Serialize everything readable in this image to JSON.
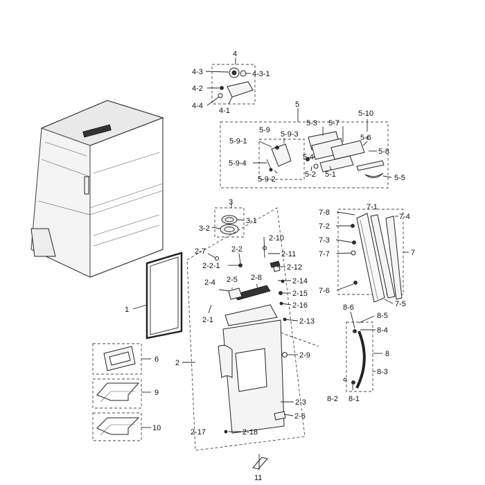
{
  "labels": {
    "p4": "4",
    "p4_3": "4-3",
    "p4_3_1": "4-3-1",
    "p4_2": "4-2",
    "p4_4": "4-4",
    "p4_1": "4-1",
    "p5": "5",
    "p5_10": "5-10",
    "p5_3": "5-3",
    "p5_7": "5-7",
    "p5_9": "5-9",
    "p5_9_3": "5-9-3",
    "p5_6": "5-6",
    "p5_9_1": "5-9-1",
    "p5_8": "5-8",
    "p5_4": "5-4",
    "p5_9_4": "5-9-4",
    "p5_2": "5-2",
    "p5_1": "5-1",
    "p5_9_2": "5-9-2",
    "p5_5": "5-5",
    "p3": "3",
    "p3_1": "3-1",
    "p3_2": "3-2",
    "p7_8": "7-8",
    "p7_1": "7-1",
    "p7_4": "7-4",
    "p7_2": "7-2",
    "p7_3": "7-3",
    "p7": "7",
    "p7_7": "7-7",
    "p7_6": "7-6",
    "p7_5": "7-5",
    "p2_7": "2-7",
    "p2_2": "2-2",
    "p2_10": "2-10",
    "p2_11": "2-11",
    "p2_2_1": "2-2-1",
    "p2_12": "2-12",
    "p2_4": "2-4",
    "p2_5": "2-5",
    "p2_8": "2-8",
    "p2_14": "2-14",
    "p2_15": "2-15",
    "p2_16": "2-16",
    "p2_1": "2-1",
    "p2_13": "2-13",
    "p2": "2",
    "p2_9": "2-9",
    "p2_3": "2-3",
    "p2_6": "2-6",
    "p2_17": "2-17",
    "p2_18": "2-18",
    "p1": "1",
    "p6": "6",
    "p9": "9",
    "p10": "10",
    "p11": "11",
    "p8_6": "8-6",
    "p8_5": "8-5",
    "p8_4": "8-4",
    "p8": "8",
    "p8_3": "8-3",
    "p8_2": "8-2",
    "p8_1": "8-1"
  }
}
